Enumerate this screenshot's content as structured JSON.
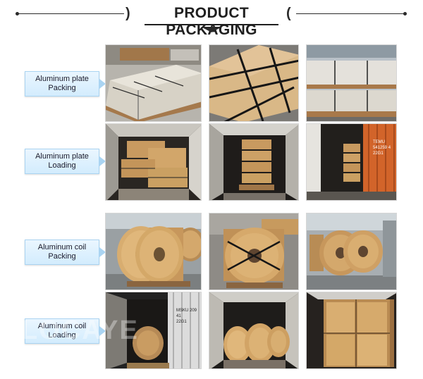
{
  "header": {
    "title": "PRODUCT PACKAGING"
  },
  "sections": [
    {
      "label": "Aluminum plate\nPacking"
    },
    {
      "label": "Aluminum plate\nLoading"
    },
    {
      "label": "Aluminum coil\nPacking"
    },
    {
      "label": "Aluminum coil\nLoading"
    }
  ],
  "photos": [
    {
      "name": "plate-packing-photo-1",
      "content": "stacked wooden pallets of aluminum plate in warehouse",
      "overlay_text": ""
    },
    {
      "name": "plate-packing-photo-2",
      "content": "cardboard wrapped plate with black steel straps",
      "overlay_text": ""
    },
    {
      "name": "plate-packing-photo-3",
      "content": "plate bundles on wooden pallets",
      "overlay_text": ""
    },
    {
      "name": "plate-loading-photo-1",
      "content": "plate crates inside container",
      "overlay_text": ""
    },
    {
      "name": "plate-loading-photo-2",
      "content": "plate crates deep in container",
      "overlay_text": ""
    },
    {
      "name": "plate-loading-photo-3",
      "content": "orange shipping container with plate crates",
      "overlay_text": "TEMU 541259 4\n22G1"
    },
    {
      "name": "coil-packing-photo-1",
      "content": "wooden-wrapped aluminum coils on pallets",
      "overlay_text": ""
    },
    {
      "name": "coil-packing-photo-2",
      "content": "large coil with black straps on pallet",
      "overlay_text": ""
    },
    {
      "name": "coil-packing-photo-3",
      "content": "coils in warehouse",
      "overlay_text": ""
    },
    {
      "name": "coil-loading-photo-1",
      "content": "coil inside white container",
      "overlay_text": "MSKU 209 41\n22G1"
    },
    {
      "name": "coil-loading-photo-2",
      "content": "coils lined up in container",
      "overlay_text": ""
    },
    {
      "name": "coil-loading-photo-3",
      "content": "stacked coils in wooden frame inside container",
      "overlay_text": ""
    }
  ],
  "watermark": {
    "text": "LOCAYE"
  },
  "colors": {
    "label_bg": "#d8eefe",
    "label_border": "#aad4f2",
    "title": "#1f1f1f",
    "wood": "#c79a5e",
    "strap": "#1a1a1a",
    "container_orange": "#d2642a"
  }
}
